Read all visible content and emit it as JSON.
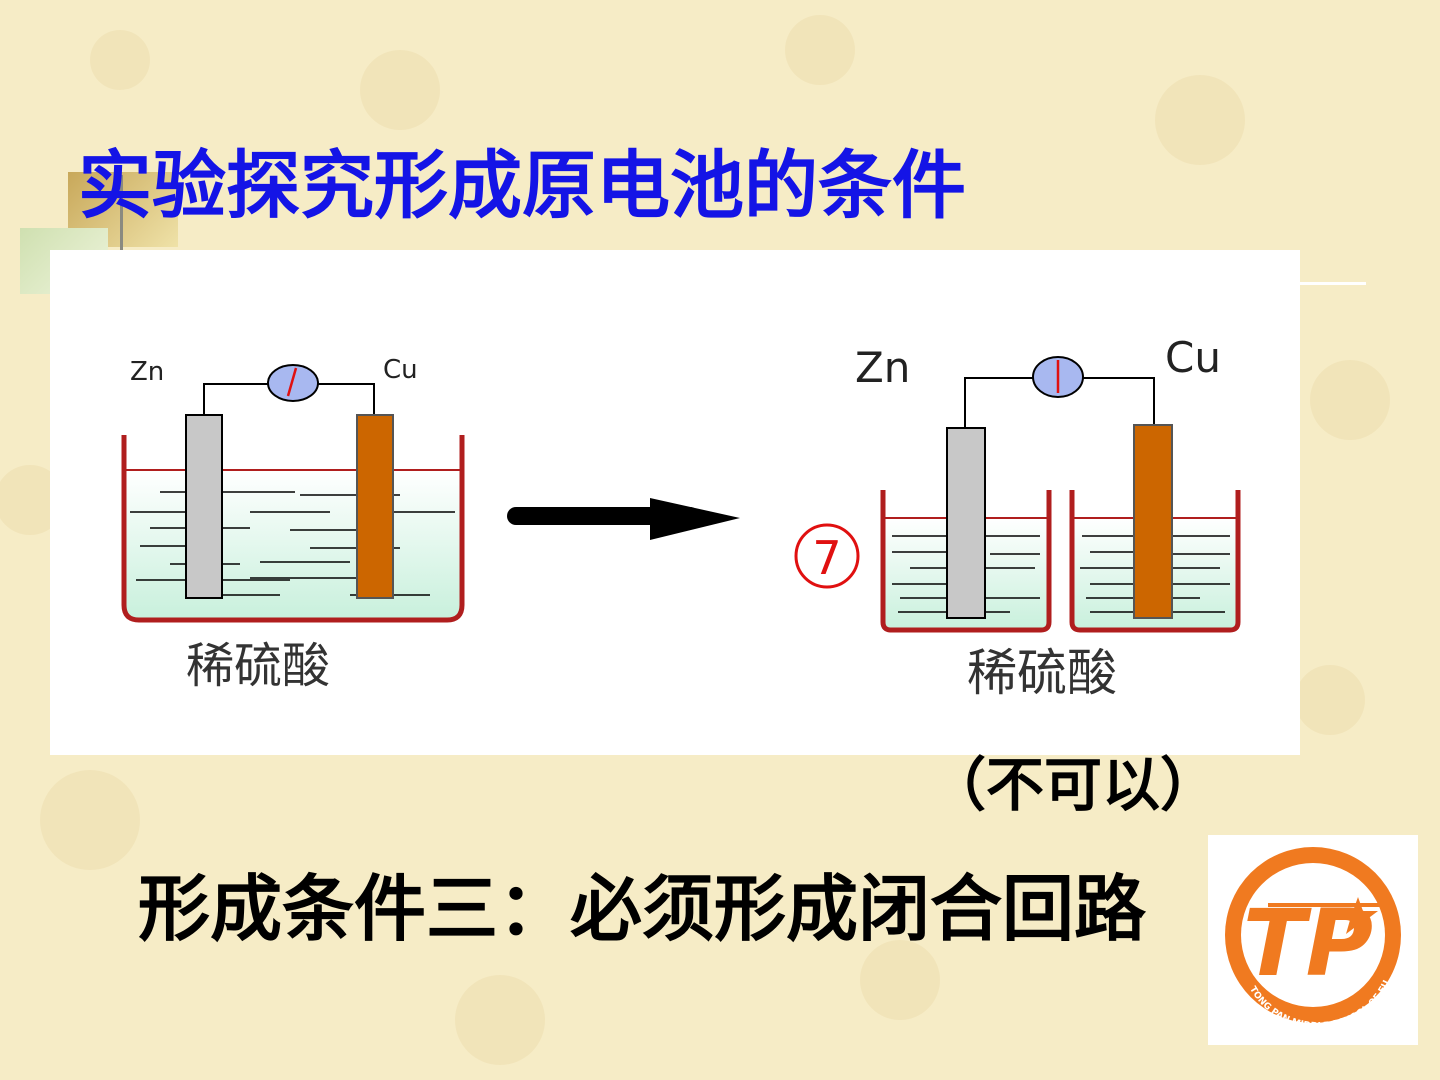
{
  "title": "实验探究形成原电池的条件",
  "diagram": {
    "left_setup": {
      "electrode_left": "Zn",
      "electrode_right": "Cu",
      "solution": "稀硫酸"
    },
    "right_setup": {
      "marker": "⑦",
      "electrode_left": "Zn",
      "electrode_right": "Cu",
      "solution": "稀硫酸"
    }
  },
  "result": "（不可以）",
  "conclusion": "形成条件三：必须形成闭合回路",
  "logo": {
    "icon": "school-logo-icon",
    "letters": "TP",
    "ring_text": "TONG PAN MIDDLE SCHOOL OF FUJIAN PROVINCE"
  },
  "colors": {
    "title": "#1414e6",
    "zinc": "#c8c8c8",
    "copper": "#cc6600",
    "beaker": "#b01e1e",
    "marker": "#e01010",
    "logo": "#f07a20"
  }
}
